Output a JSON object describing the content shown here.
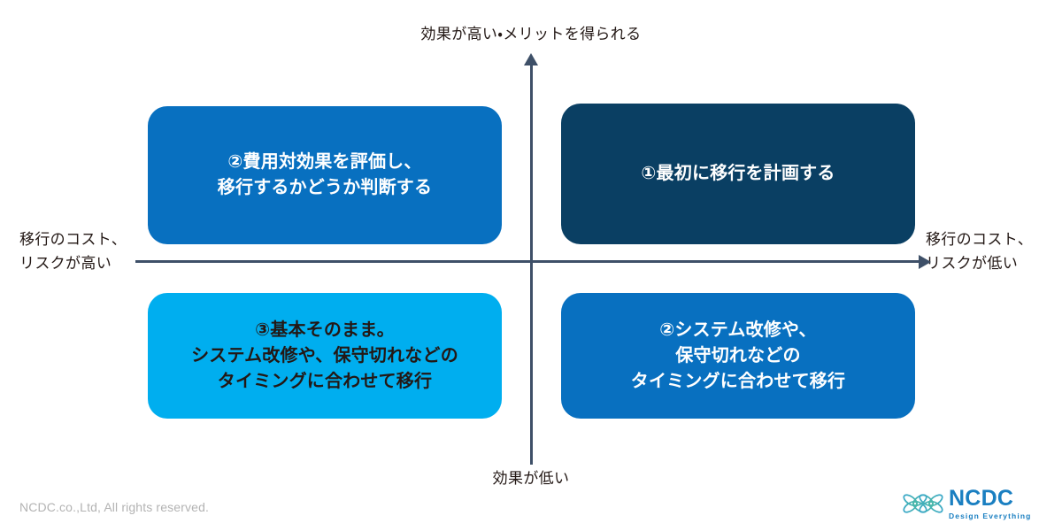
{
  "diagram": {
    "title_top_axis": "効果が高い・メリットを得られる",
    "title_bottom_axis": "効果が低い",
    "label_left_axis": "移行のコスト、\nリスクが高い",
    "label_right_axis": "移行のコスト、\nリスクが低い",
    "axis_color": "#3e5068",
    "quadrants": [
      {
        "id": "top-left",
        "text": "②費用対効果を評価し、\n移行するかどうか判断する",
        "bg_color": "#0870c0",
        "text_color": "#ffffff"
      },
      {
        "id": "top-right",
        "text": "①最初に移行を計画する",
        "bg_color": "#0a3f63",
        "text_color": "#ffffff"
      },
      {
        "id": "bottom-left",
        "text": "③基本そのまま。\nシステム改修や、保守切れなどの\nタイミングに合わせて移行",
        "bg_color": "#00aeef",
        "text_color": "#231815"
      },
      {
        "id": "bottom-right",
        "text": "②システム改修や、\n保守切れなどの\nタイミングに合わせて移行",
        "bg_color": "#0870c0",
        "text_color": "#ffffff"
      }
    ]
  },
  "footer": {
    "copyright": "NCDC.co.,Ltd, All rights reserved.",
    "logo_name": "NCDC",
    "logo_tagline": "Design Everything",
    "logo_color": "#1a7fc1",
    "logo_mark_color_start": "#4bb8a9",
    "logo_mark_color_end": "#3aa8c8"
  }
}
